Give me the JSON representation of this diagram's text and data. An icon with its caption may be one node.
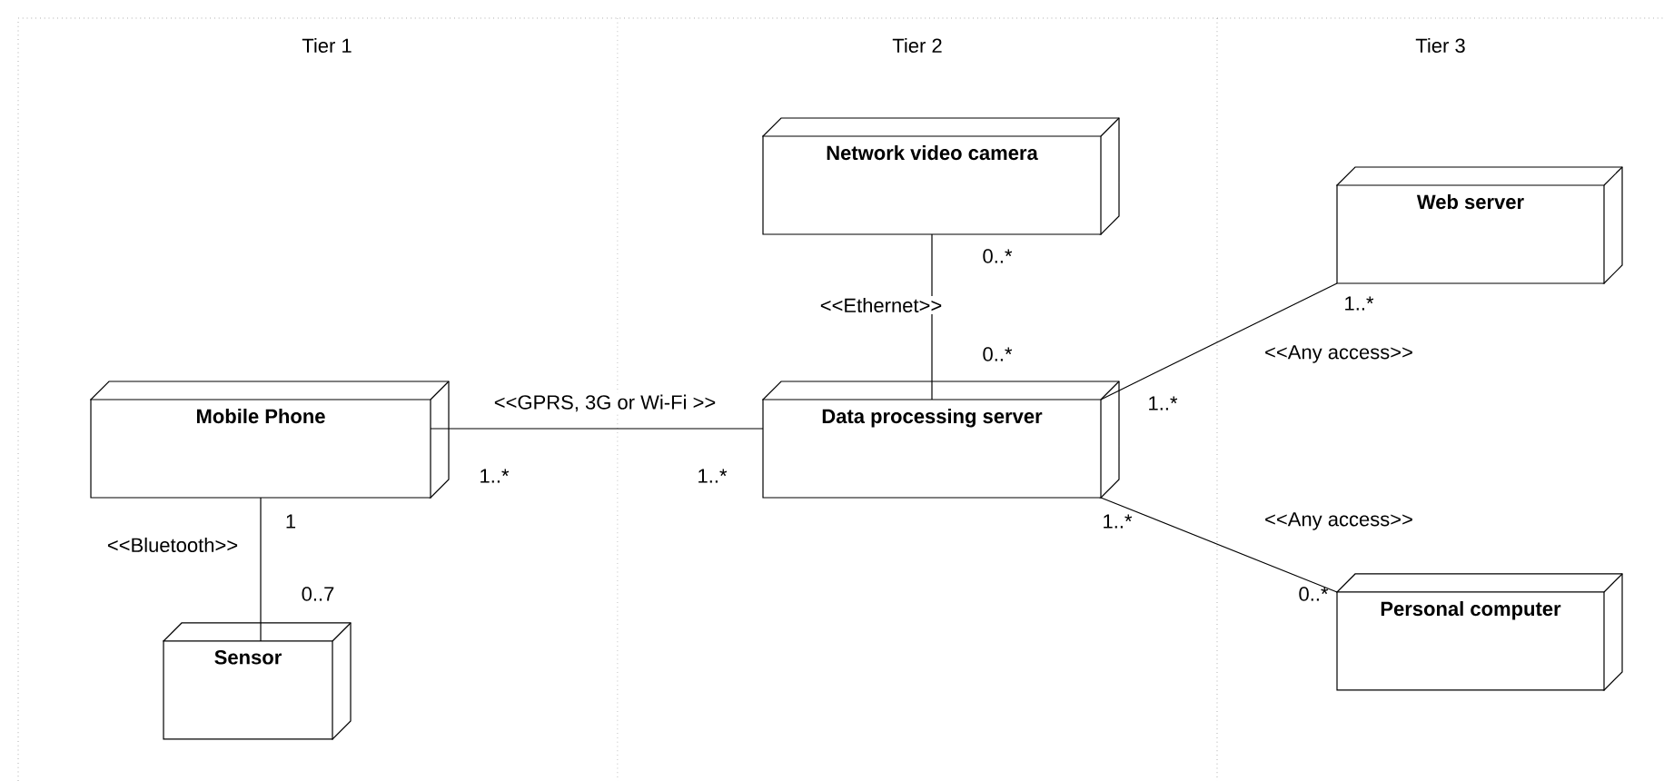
{
  "diagram": {
    "nodes": [
      {
        "text": [
          "Mobile Phone"
        ]
      },
      {
        "text": [
          "Sensor"
        ]
      },
      {
        "text": [
          "Network video camera"
        ]
      },
      {
        "text": [
          "Data processing server"
        ]
      },
      {
        "text": [
          "Web server"
        ]
      },
      {
        "text": [
          "Personal computer"
        ]
      }
    ],
    "edges": [
      {
        "from": 0,
        "to": 3,
        "arrow": "none",
        "label": "<<GPRS, 3G or Wi-Fi >>"
      },
      {
        "from": 0,
        "to": 1,
        "arrow": "none",
        "label": "<<Bluetooth>>"
      },
      {
        "from": 2,
        "to": 3,
        "arrow": "none",
        "label": "<<Ethernet>>"
      },
      {
        "from": 3,
        "to": 4,
        "arrow": "none",
        "label": "<<Any access>>"
      },
      {
        "from": 3,
        "to": 5,
        "arrow": "none",
        "label": "<<Any access>>"
      }
    ],
    "labels": [
      "Tier 1",
      "Tier 2",
      "Tier 3",
      "0..*",
      "1..*",
      "0..*",
      "1..*",
      "1..*",
      "1..*",
      "1",
      "1..*",
      "0..7",
      "0..*"
    ]
  }
}
